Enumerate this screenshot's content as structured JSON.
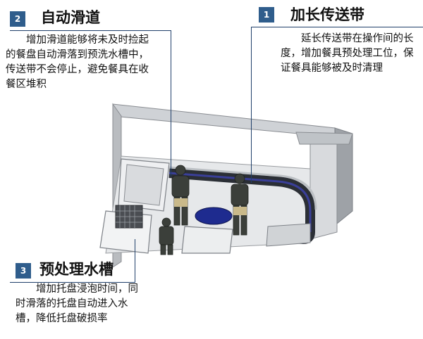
{
  "callouts": [
    {
      "number": "1",
      "title": "加长传送带",
      "text": "延长传送带在操作间的长度，增加餐具预处理工位，保证餐具能够被及时清理"
    },
    {
      "number": "2",
      "title": "自动滑道",
      "text": "增加滑道能够将未及时捡起的餐盘自动滑落到预洗水槽中，传送带不会停止，避免餐具在收餐区堆积"
    },
    {
      "number": "3",
      "title": "预处理水槽",
      "text": "增加托盘浸泡时间，同时滑落的托盘自动进入水槽，降低托盘破损率"
    }
  ],
  "colors": {
    "badge": "#2f5d8c",
    "line": "#1f3f6a",
    "background": "#ffffff"
  }
}
